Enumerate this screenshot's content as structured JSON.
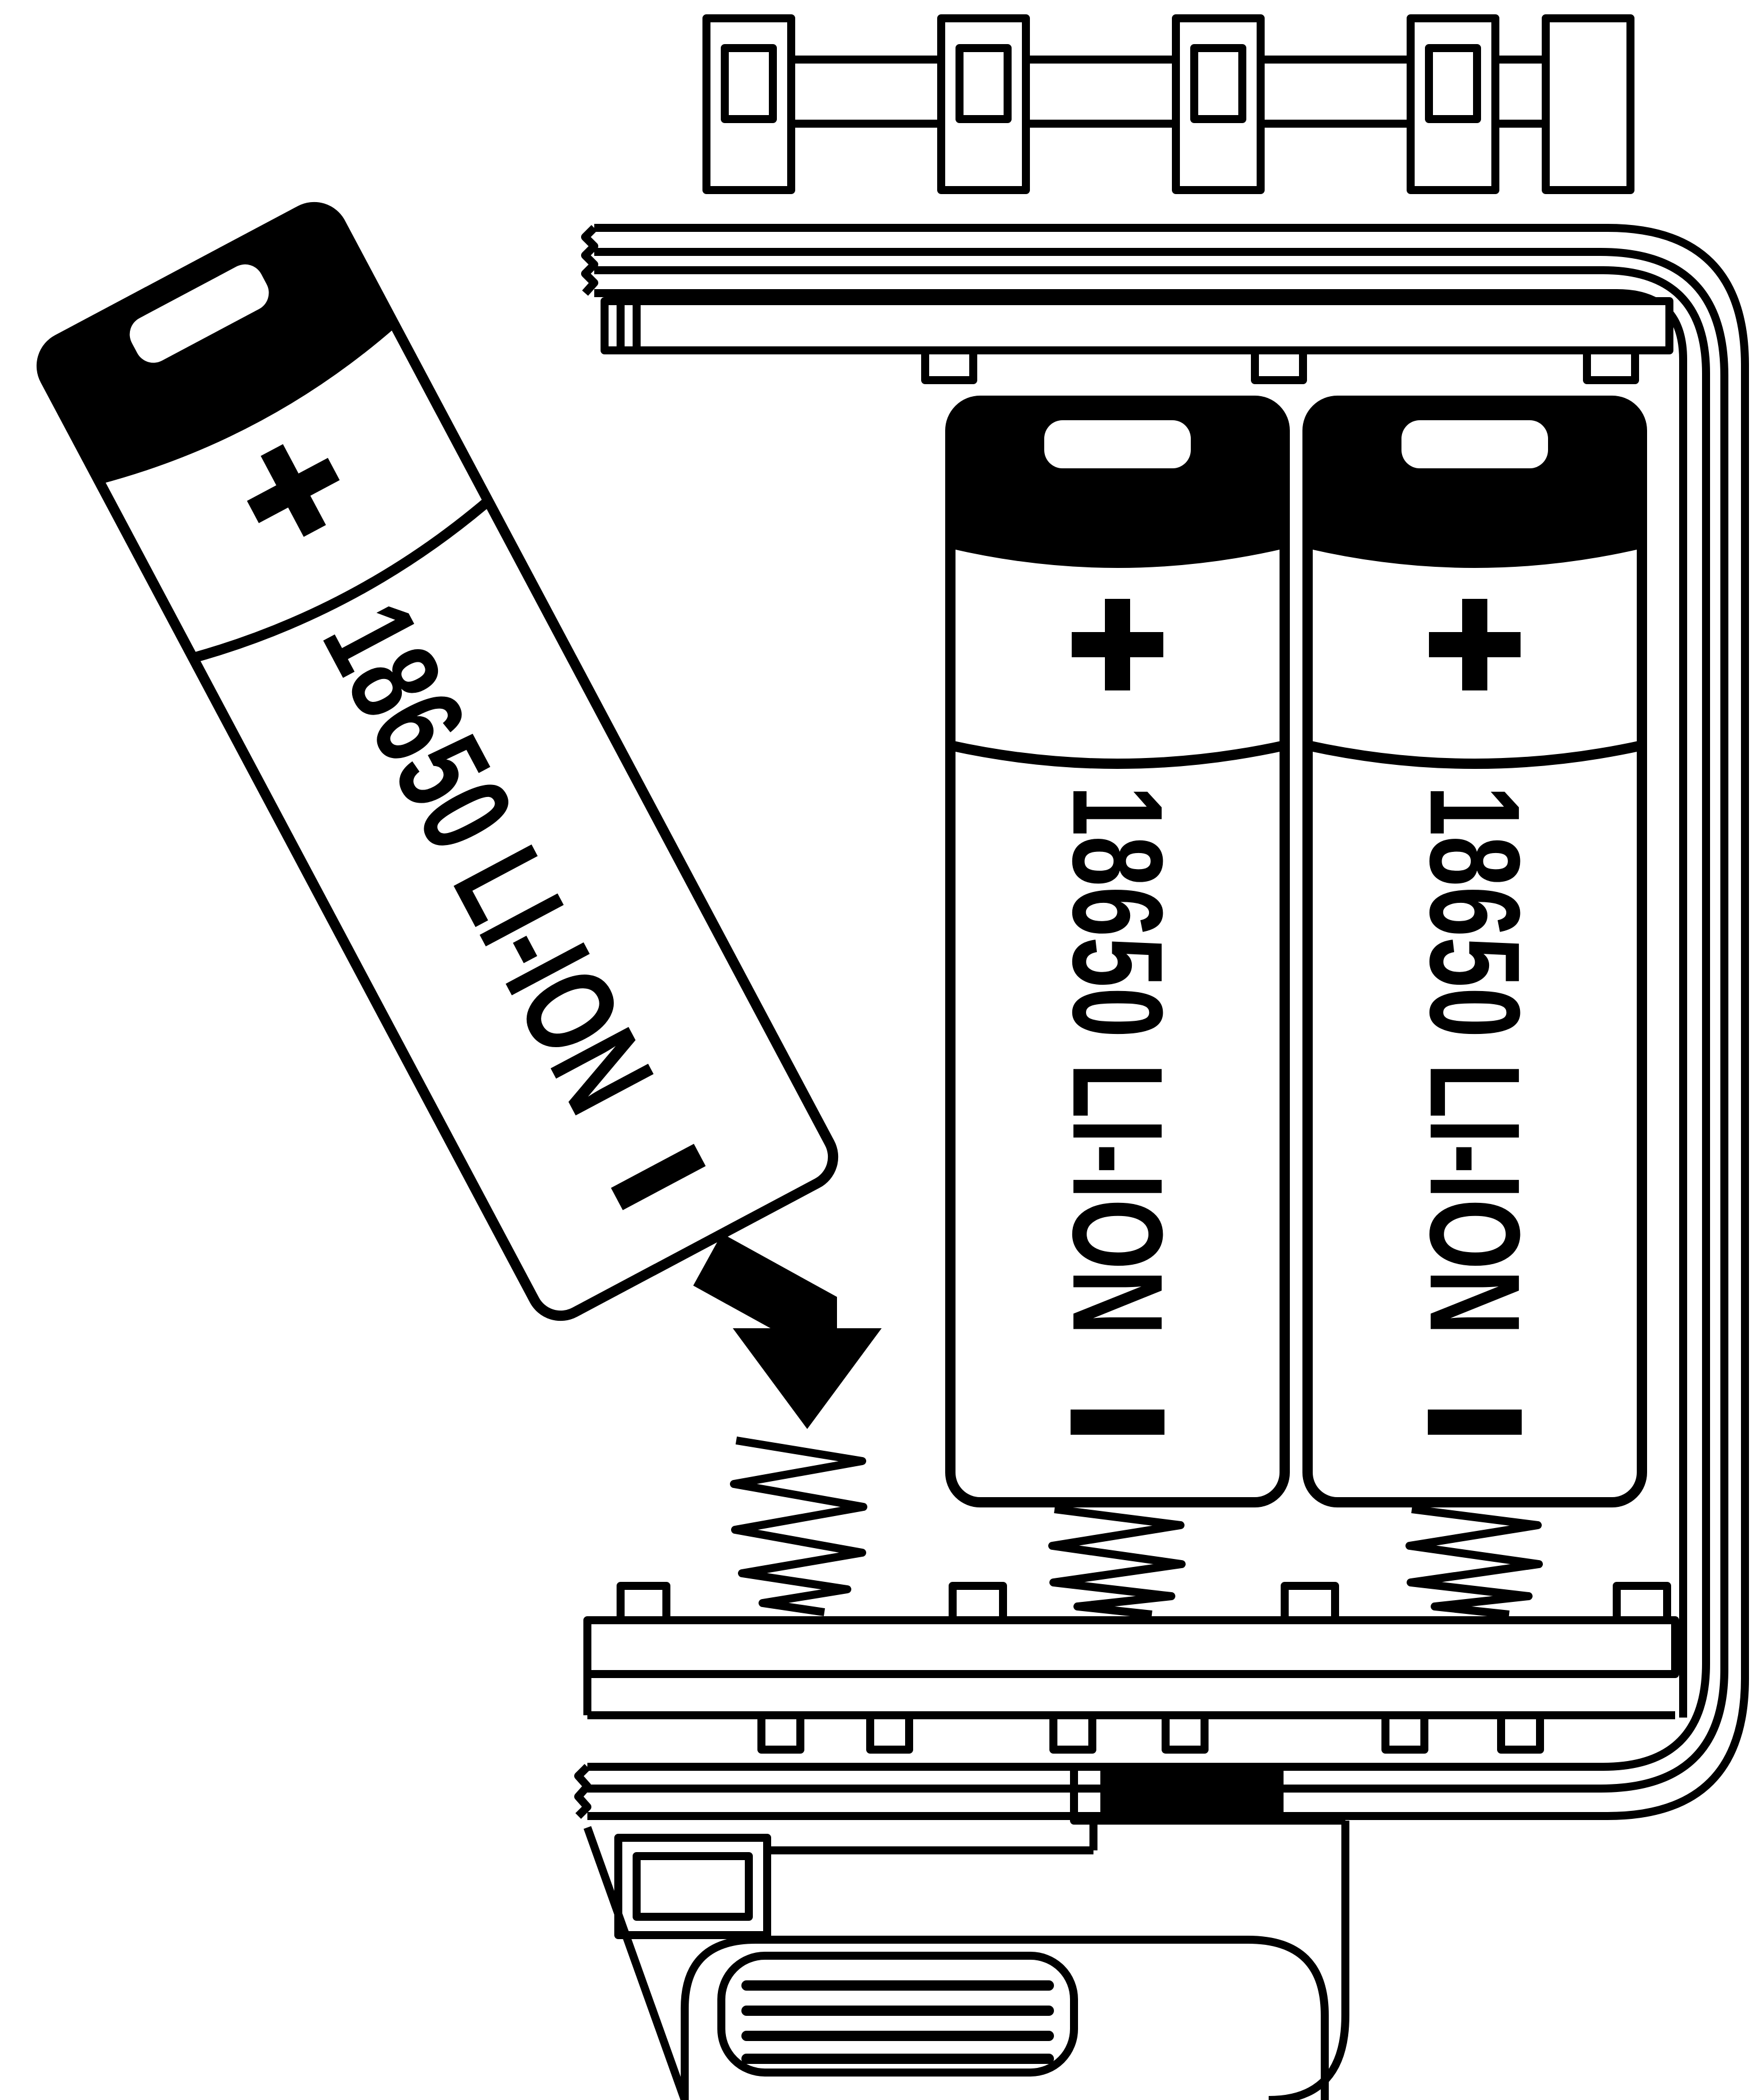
{
  "diagram": {
    "kind": "battery-compartment-installation",
    "visible_text_items": 3
  },
  "batteries": [
    {
      "name": "battery-inserting",
      "label": "18650 LI-ION",
      "positive_symbol": "+",
      "negative_symbol": "−"
    },
    {
      "name": "battery-installed-1",
      "label": "18650 LI-ION",
      "positive_symbol": "+",
      "negative_symbol": "−"
    },
    {
      "name": "battery-installed-2",
      "label": "18650 LI-ION",
      "positive_symbol": "+",
      "negative_symbol": "−"
    }
  ],
  "icons": {
    "arrow": "insertion-direction-arrow",
    "springs": "contact-spring",
    "clips": "battery-contact-clip",
    "latch": "compartment-latch-grip"
  },
  "colors": {
    "line": "#000000",
    "background": "#ffffff"
  }
}
